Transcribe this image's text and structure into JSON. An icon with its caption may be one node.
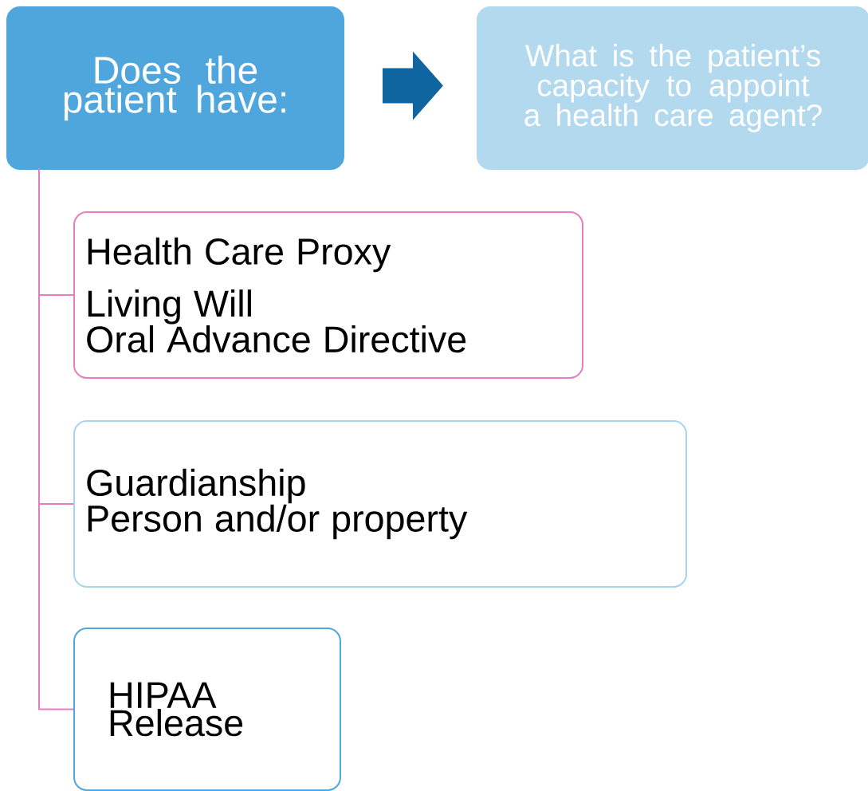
{
  "diagram": {
    "nodes": [
      {
        "text": [
          "Does the patient have:"
        ]
      },
      {
        "text": [
          "What is the patient’s capacity to appoint a health care agent?"
        ]
      },
      {
        "text": [
          "Health Care Proxy",
          "Living Will",
          "Oral Advance Directive"
        ]
      },
      {
        "text": [
          "Guardianship",
          "Person and/or property"
        ]
      },
      {
        "text": [
          "HIPAA Release"
        ]
      }
    ],
    "edges": [
      {
        "from": 0,
        "to": 1,
        "arrow": "to",
        "style": "thick",
        "color": "#0e65a0"
      },
      {
        "from": 0,
        "to": 2,
        "arrow": "none"
      },
      {
        "from": 0,
        "to": 3,
        "arrow": "none"
      },
      {
        "from": 0,
        "to": 4,
        "arrow": "none"
      }
    ]
  }
}
